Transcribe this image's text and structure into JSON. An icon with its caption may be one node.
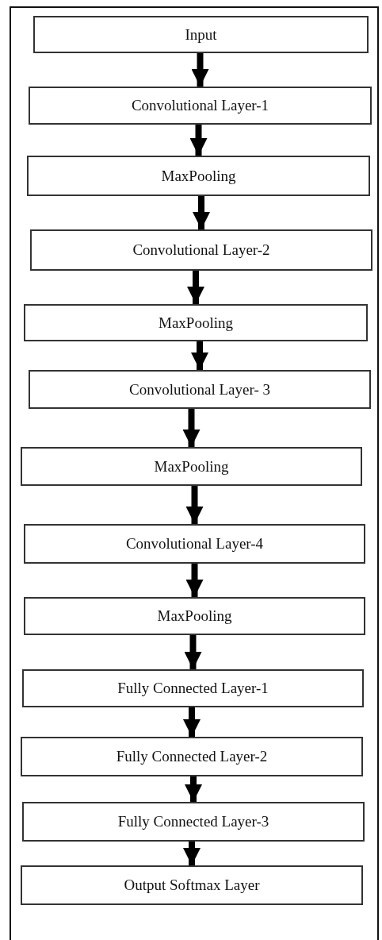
{
  "diagram": {
    "nodes": [
      {
        "text": [
          "Input"
        ]
      },
      {
        "text": [
          "Convolutional Layer-1"
        ]
      },
      {
        "text": [
          "MaxPooling"
        ]
      },
      {
        "text": [
          "Convolutional Layer-2"
        ]
      },
      {
        "text": [
          "MaxPooling"
        ]
      },
      {
        "text": [
          "Convolutional Layer- 3"
        ]
      },
      {
        "text": [
          "MaxPooling"
        ]
      },
      {
        "text": [
          "Convolutional Layer-4"
        ]
      },
      {
        "text": [
          "MaxPooling"
        ]
      },
      {
        "text": [
          "Fully Connected Layer-1"
        ]
      },
      {
        "text": [
          "Fully Connected Layer-2"
        ]
      },
      {
        "text": [
          "Fully Connected Layer-3"
        ]
      },
      {
        "text": [
          "Output Softmax Layer"
        ]
      }
    ],
    "edges": [
      {
        "from": 0,
        "to": 1,
        "arrow": "to"
      },
      {
        "from": 1,
        "to": 2,
        "arrow": "to"
      },
      {
        "from": 2,
        "to": 3,
        "arrow": "to"
      },
      {
        "from": 3,
        "to": 4,
        "arrow": "to"
      },
      {
        "from": 4,
        "to": 5,
        "arrow": "to"
      },
      {
        "from": 5,
        "to": 6,
        "arrow": "to"
      },
      {
        "from": 6,
        "to": 7,
        "arrow": "to"
      },
      {
        "from": 7,
        "to": 8,
        "arrow": "to"
      },
      {
        "from": 8,
        "to": 9,
        "arrow": "to"
      },
      {
        "from": 9,
        "to": 10,
        "arrow": "to"
      },
      {
        "from": 10,
        "to": 11,
        "arrow": "to"
      },
      {
        "from": 11,
        "to": 12,
        "arrow": "to"
      }
    ]
  }
}
